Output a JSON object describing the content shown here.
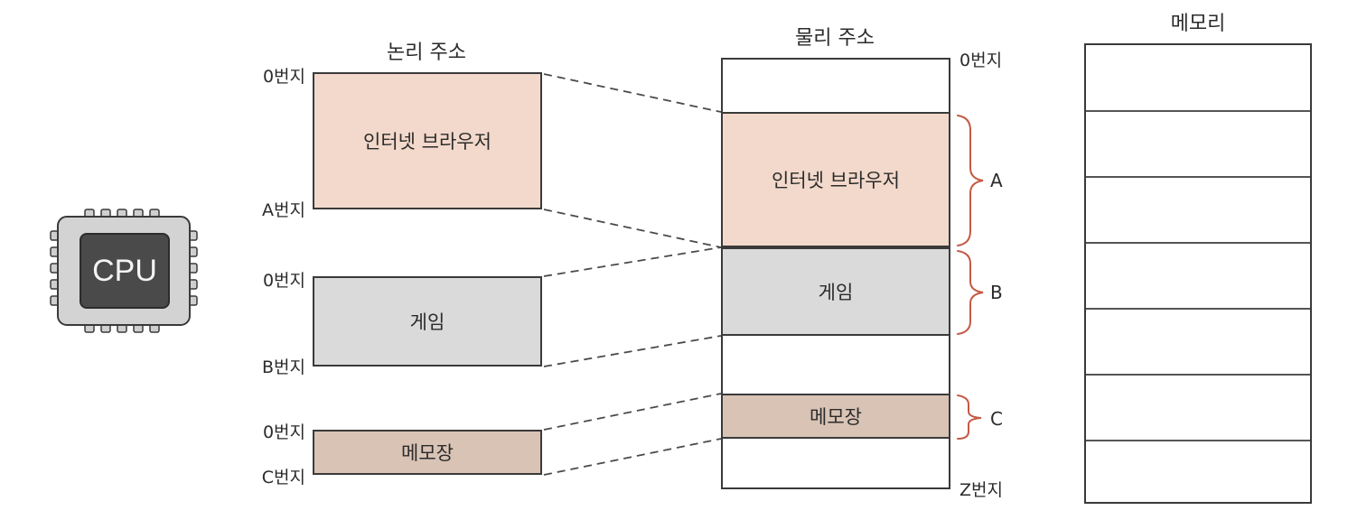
{
  "cpu": {
    "label": "CPU"
  },
  "logical": {
    "title": "논리 주소",
    "segments": [
      {
        "name": "인터넷 브라우저",
        "start_label": "0번지",
        "end_label": "A번지",
        "color": "#f3d9cb"
      },
      {
        "name": "게임",
        "start_label": "0번지",
        "end_label": "B번지",
        "color": "#dadada"
      },
      {
        "name": "메모장",
        "start_label": "0번지",
        "end_label": "C번지",
        "color": "#d9c3b5"
      }
    ]
  },
  "physical": {
    "title": "물리 주소",
    "start_label": "0번지",
    "end_label": "Z번지",
    "segments": [
      {
        "name": "인터넷 브라우저",
        "bracket_label": "A",
        "color": "#f3d9cb"
      },
      {
        "name": "게임",
        "bracket_label": "B",
        "color": "#dadada"
      },
      {
        "name": "메모장",
        "bracket_label": "C",
        "color": "#d9c3b5"
      }
    ],
    "bracket_color": "#c45a44"
  },
  "memory": {
    "title": "메모리",
    "cells": 7
  }
}
